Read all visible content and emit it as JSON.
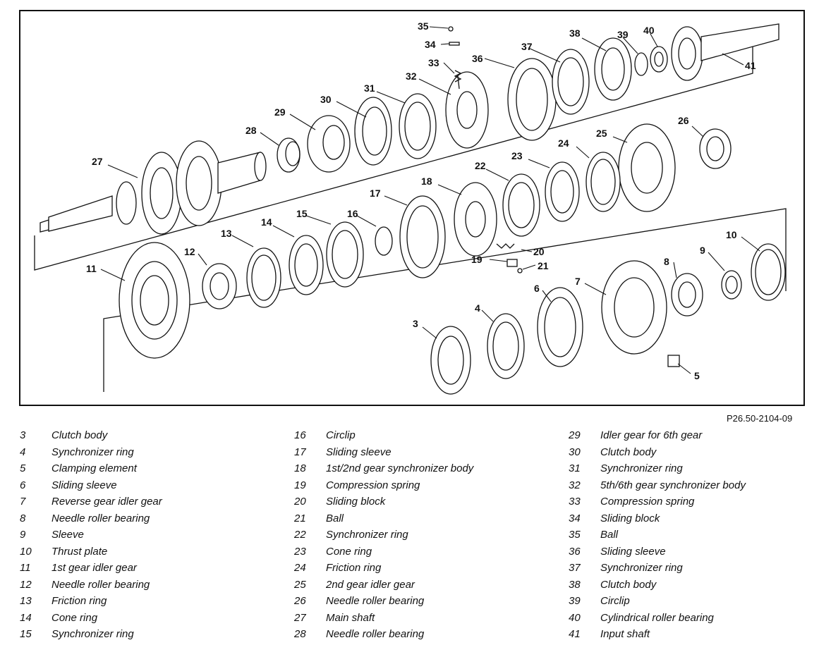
{
  "figure": {
    "code": "P26.50-2104-09",
    "callouts": [
      "3",
      "4",
      "5",
      "6",
      "7",
      "8",
      "9",
      "10",
      "11",
      "12",
      "13",
      "14",
      "15",
      "16",
      "17",
      "18",
      "19",
      "20",
      "21",
      "22",
      "23",
      "24",
      "25",
      "26",
      "27",
      "28",
      "29",
      "30",
      "31",
      "32",
      "33",
      "34",
      "35",
      "36",
      "37",
      "38",
      "39",
      "40",
      "41"
    ]
  },
  "legend": {
    "columns": [
      [
        {
          "num": "3",
          "name": "Clutch body"
        },
        {
          "num": "4",
          "name": "Synchronizer ring"
        },
        {
          "num": "5",
          "name": "Clamping element"
        },
        {
          "num": "6",
          "name": "Sliding sleeve"
        },
        {
          "num": "7",
          "name": "Reverse gear idler gear"
        },
        {
          "num": "8",
          "name": "Needle roller bearing"
        },
        {
          "num": "9",
          "name": "Sleeve"
        },
        {
          "num": "10",
          "name": "Thrust plate"
        },
        {
          "num": "11",
          "name": "1st gear idler gear"
        },
        {
          "num": "12",
          "name": "Needle roller bearing"
        },
        {
          "num": "13",
          "name": "Friction ring"
        },
        {
          "num": "14",
          "name": "Cone ring"
        },
        {
          "num": "15",
          "name": "Synchronizer ring"
        }
      ],
      [
        {
          "num": "16",
          "name": "Circlip"
        },
        {
          "num": "17",
          "name": "Sliding sleeve"
        },
        {
          "num": "18",
          "name": "1st/2nd gear synchronizer body"
        },
        {
          "num": "19",
          "name": "Compression spring"
        },
        {
          "num": "20",
          "name": "Sliding block"
        },
        {
          "num": "21",
          "name": "Ball"
        },
        {
          "num": "22",
          "name": "Synchronizer ring"
        },
        {
          "num": "23",
          "name": "Cone ring"
        },
        {
          "num": "24",
          "name": "Friction ring"
        },
        {
          "num": "25",
          "name": "2nd gear idler gear"
        },
        {
          "num": "26",
          "name": "Needle roller bearing"
        },
        {
          "num": "27",
          "name": "Main shaft"
        },
        {
          "num": "28",
          "name": "Needle roller bearing"
        }
      ],
      [
        {
          "num": "29",
          "name": "Idler gear for 6th gear"
        },
        {
          "num": "30",
          "name": "Clutch body"
        },
        {
          "num": "31",
          "name": "Synchronizer ring"
        },
        {
          "num": "32",
          "name": "5th/6th gear synchronizer body"
        },
        {
          "num": "33",
          "name": "Compression spring"
        },
        {
          "num": "34",
          "name": "Sliding block"
        },
        {
          "num": "35",
          "name": "Ball"
        },
        {
          "num": "36",
          "name": "Sliding sleeve"
        },
        {
          "num": "37",
          "name": "Synchronizer ring"
        },
        {
          "num": "38",
          "name": "Clutch body"
        },
        {
          "num": "39",
          "name": "Circlip"
        },
        {
          "num": "40",
          "name": "Cylindrical roller bearing"
        },
        {
          "num": "41",
          "name": "Input shaft"
        }
      ]
    ]
  }
}
